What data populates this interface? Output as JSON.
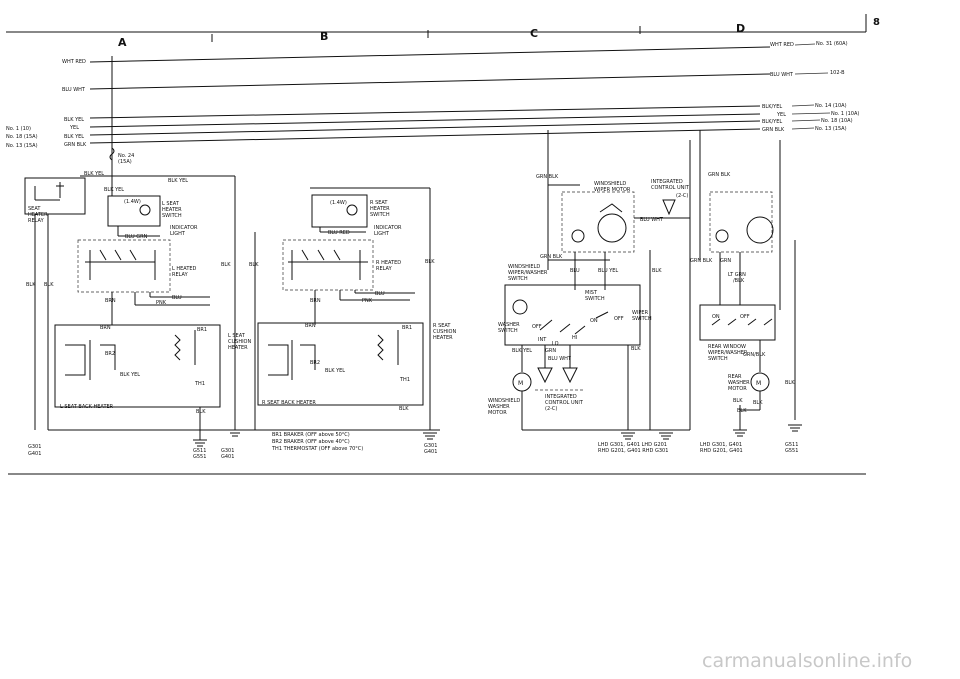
{
  "page_number": "8",
  "zones": [
    "A",
    "B",
    "C",
    "D"
  ],
  "bus": {
    "top": [
      {
        "label": "WHT RED",
        "right": "WHT RED",
        "ref": "No. 31 (60A)"
      },
      {
        "label": "BLU WHT",
        "right": "BLU WHT",
        "ref": "102-B"
      }
    ],
    "fuses": [
      {
        "left": "",
        "label": "BLK YEL",
        "right": "BLK/YEL",
        "ref": "No. 14 (10A)"
      },
      {
        "left": "No. 1 (10)",
        "label": "YEL",
        "right": "YEL",
        "ref": "No. 1 (10A)"
      },
      {
        "left": "No. 18 (15A)",
        "label": "BLK YEL",
        "right": "BLK/YEL",
        "ref": "No. 18 (10A)"
      },
      {
        "left": "No. 13 (15A)",
        "label": "GRN BLK",
        "right": "GRN BLK",
        "ref": "No. 13 (15A)"
      }
    ]
  },
  "fuse24": {
    "name": "No. 24",
    "rating": "(15A)"
  },
  "left": {
    "relay_label": "SEAT HEATER RELAY",
    "relay_l1": "SEAT",
    "relay_l2": "HEATER",
    "relay_l3": "RELAY",
    "blk": "BLK",
    "ground": "G301",
    "ground2": "G401"
  },
  "lseat": {
    "switch": "L SEAT",
    "switch2": "HEATER",
    "switch3": "SWITCH",
    "bulb": "(1.4W)",
    "indicator": "INDICATOR",
    "indicator2": "LIGHT",
    "wire_blkyel": "BLK YEL",
    "wire_blugrn": "BLU GRN",
    "relay": "L HEATED",
    "relay2": "RELAY",
    "wire_brn": "BRN",
    "wire_pnk": "PNK",
    "wire_blu": "BLU",
    "wire_blk": "BLK",
    "br1": "BR1",
    "br2": "BR2",
    "th1": "TH1",
    "cushion": "L SEAT",
    "cushion2": "CUSHION",
    "cushion3": "HEATER",
    "back": "L SEAT BACK HEATER",
    "g1": "G511",
    "g2": "G551",
    "g3": "G301",
    "g4": "G401"
  },
  "rseat": {
    "switch": "R SEAT",
    "switch2": "HEATER",
    "switch3": "SWITCH",
    "bulb": "(1.4W)",
    "indicator": "INDICATOR",
    "indicator2": "LIGHT",
    "wire_blured": "BLU RED",
    "relay": "R HEATED",
    "relay2": "RELAY",
    "wire_brn": "BRN",
    "wire_pnk": "PNK",
    "wire_blu": "BLU",
    "wire_blk": "BLK",
    "br1": "BR1",
    "br2": "BR2",
    "th1": "TH1",
    "wire_blkyel": "BLK YEL",
    "cushion": "R SEAT",
    "cushion2": "CUSHION",
    "cushion3": "HEATER",
    "back": "R SEAT BACK HEATER",
    "g1": "G301",
    "g2": "G401"
  },
  "legend": [
    "BR1   BRAKER (OFF above 50°C)",
    "BR2   BRAKER (OFF above 40°C)",
    "TH1   THERMOSTAT (OFF above 70°C)"
  ],
  "wiper": {
    "grnblk": "GRN BLK",
    "motor": "WINDSHIELD",
    "motor2": "WIPER MOTOR",
    "unit": "INTEGRATED",
    "unit2": "CONTROL UNIT",
    "unit3": "(2-C)",
    "bluwht": "BLU WHT",
    "sw": "WINDSHIELD",
    "sw2": "WIPER/WASHER",
    "sw3": "SWITCH",
    "blu": "BLU",
    "bluyel": "BLU YEL",
    "blk": "BLK",
    "mist": "MIST",
    "mist2": "SWITCH",
    "off": "OFF",
    "on": "ON",
    "hi": "HI",
    "lo": "LO",
    "int": "INT",
    "washer": "WASHER",
    "washer2": "SWITCH",
    "wiper_sw": "WIPER",
    "wiper_sw2": "SWITCH",
    "blkyel": "BLK YEL",
    "grn": "GRN",
    "washmotor": "WINDSHIELD",
    "washmotor2": "WASHER",
    "washmotor3": "MOTOR",
    "bot_unit": "INTEGRATED",
    "bot_unit2": "CONTROL UNIT",
    "bot_unit3": "(2-C)",
    "lhd": "LHD  G301, G401   LHD  G201",
    "rhd": "RHD  G201, G401   RHD  G301"
  },
  "rear": {
    "grnblk": "GRN BLK",
    "grn": "GRN",
    "ltgrn": "LT GRN",
    "ltgrn2": "/BLK",
    "on": "ON",
    "off": "OFF",
    "sw": "REAR WINDOW",
    "sw2": "WIPER/WASHER",
    "sw3": "SWITCH",
    "grnblk2": "GRN/BLK",
    "motor": "REAR",
    "motor2": "WASHER",
    "motor3": "MOTOR",
    "blk": "BLK",
    "lhd": "LHD  G301, G401",
    "rhd": "RHD  G201, G401",
    "g1": "G511",
    "g2": "G551"
  },
  "watermark": "carmanualsonline.info"
}
